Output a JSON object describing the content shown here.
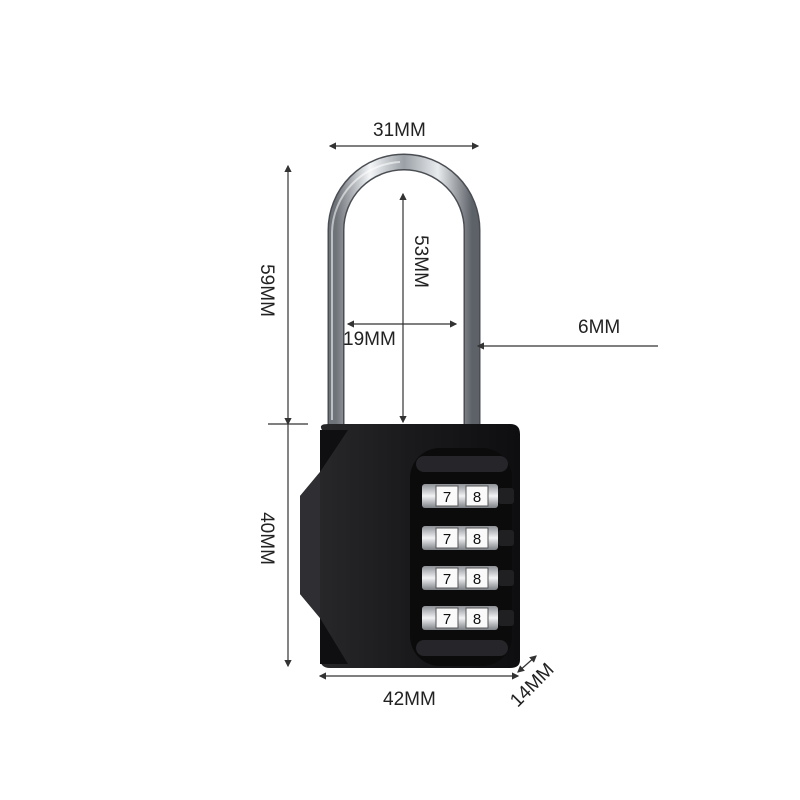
{
  "product": {
    "name_icon": "combination-padlock",
    "dial_digits": [
      [
        "7",
        "8"
      ],
      [
        "7",
        "8"
      ],
      [
        "7",
        "8"
      ],
      [
        "7",
        "8"
      ]
    ]
  },
  "dimensions": {
    "shackle_outer_width": "31MM",
    "shackle_height": "53MM",
    "shackle_inner_width": "19MM",
    "shackle_diameter": "6MM",
    "total_height": "59MM",
    "body_height": "40MM",
    "body_width": "42MM",
    "body_depth": "14MM"
  },
  "colors": {
    "body": "#1b1b1d",
    "shackle": "#c9ccd0",
    "dimension_line": "#333333"
  }
}
